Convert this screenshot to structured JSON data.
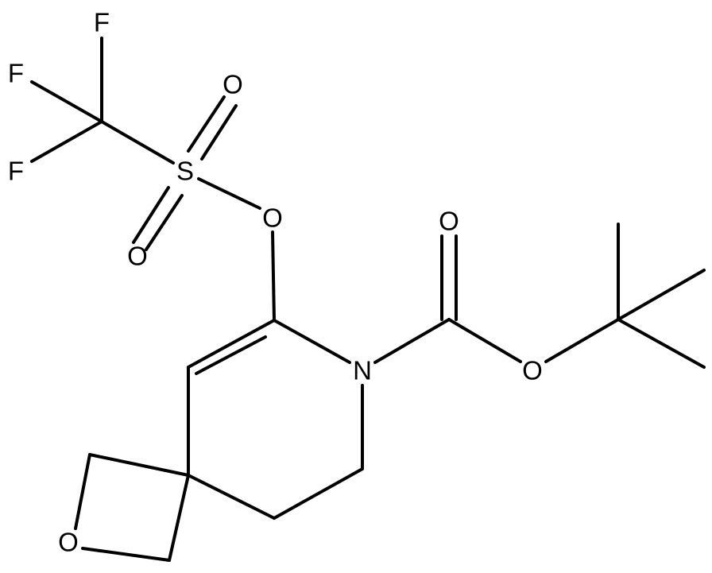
{
  "molecule": {
    "atoms": [
      {
        "id": "F1",
        "label": "F"
      },
      {
        "id": "F2",
        "label": "F"
      },
      {
        "id": "F3",
        "label": "F"
      },
      {
        "id": "S",
        "label": "S"
      },
      {
        "id": "O_S1",
        "label": "O"
      },
      {
        "id": "O_S2",
        "label": "O"
      },
      {
        "id": "O_link",
        "label": "O"
      },
      {
        "id": "N",
        "label": "N"
      },
      {
        "id": "O_carbonyl",
        "label": "O"
      },
      {
        "id": "O_ester",
        "label": "O"
      },
      {
        "id": "O_ring",
        "label": "O"
      }
    ]
  },
  "colors": {
    "bond": "#000000",
    "background": "#ffffff"
  }
}
